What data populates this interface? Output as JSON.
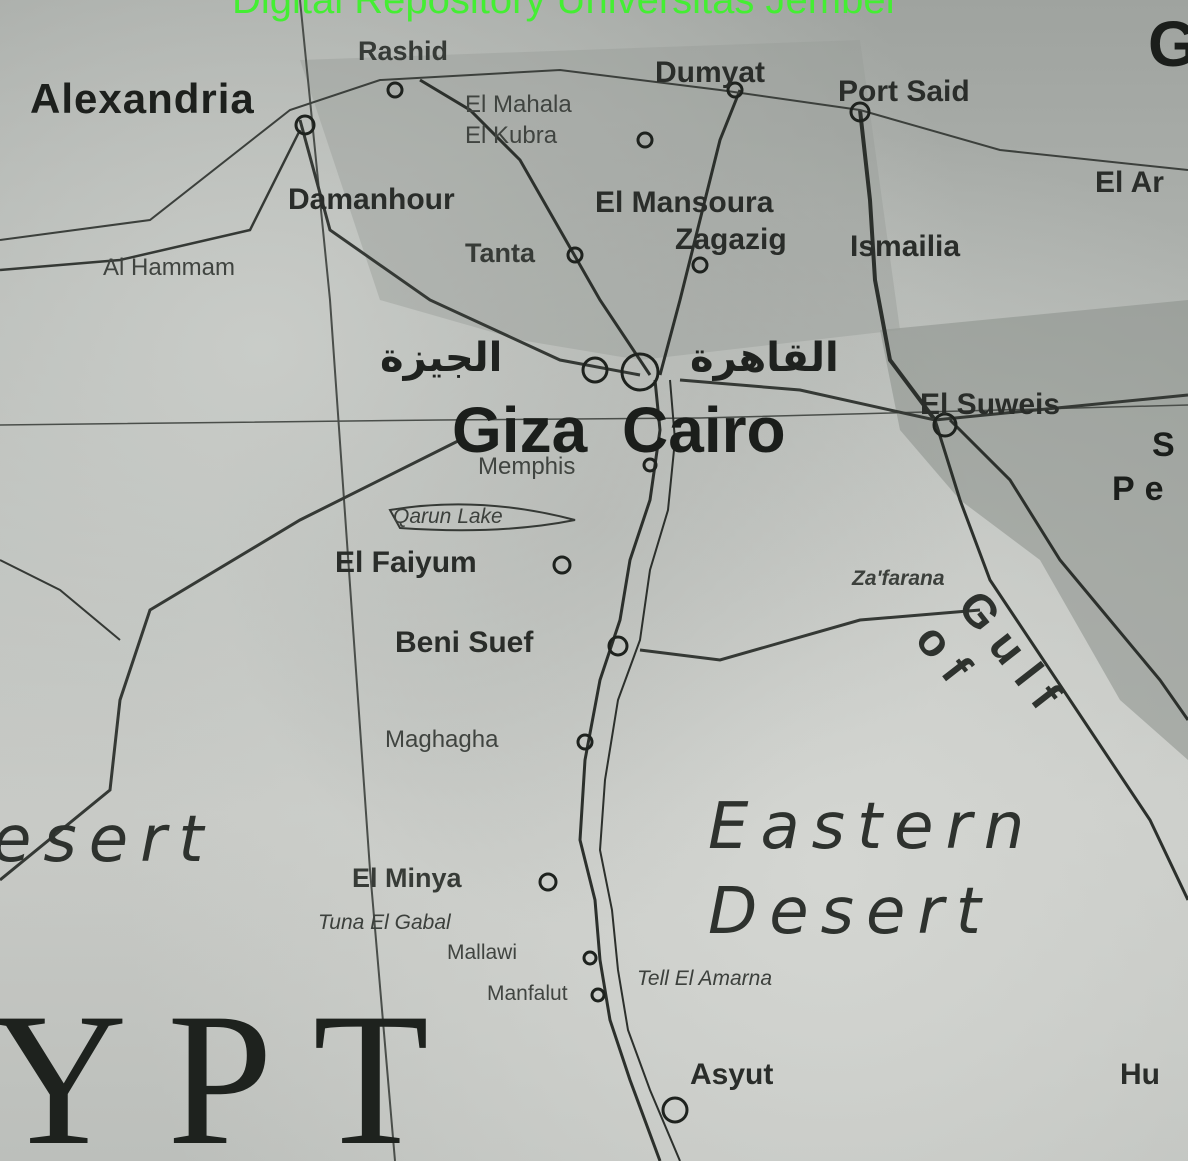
{
  "watermark": "Digital Repository Universitas Jember",
  "regions": {
    "western_desert": "esert",
    "eastern_desert_1": "Eastern",
    "eastern_desert_2": "Desert",
    "country": "YPT",
    "gulf": "Gulf of",
    "sinai_1": "S",
    "sinai_2": "Pe"
  },
  "cities": {
    "rashid": "Rashid",
    "alexandria": "Alexandria",
    "el_mahala": "El Mahala",
    "el_kubra": "El Kubra",
    "dumyat": "Dumyat",
    "port_said": "Port Said",
    "el_ar": "El Ar",
    "g_edge": "G",
    "damanhour": "Damanhour",
    "el_mansoura": "El Mansoura",
    "zagazig": "Zagazig",
    "ismailia": "Ismailia",
    "tanta": "Tanta",
    "al_hammam": "Al Hammam",
    "arabic_giza": "الجيزة",
    "arabic_cairo": "القاهرة",
    "giza": "Giza",
    "cairo": "Cairo",
    "el_suweis": "El Suweis",
    "memphis": "Memphis",
    "qarun_lake": "Qarun Lake",
    "el_faiyum": "El Faiyum",
    "zafarana": "Za'farana",
    "beni_suef": "Beni Suef",
    "maghagha": "Maghagha",
    "el_minya": "El Minya",
    "tuna_el_gabal": "Tuna El Gabal",
    "mallawi": "Mallawi",
    "manfalut": "Manfalut",
    "tell_el_amarna": "Tell El Amarna",
    "asyut": "Asyut",
    "hu": "Hu"
  },
  "colors": {
    "watermark": "#44ee33",
    "ink": "#2b2f2b",
    "paper": "#bfc3bf"
  }
}
